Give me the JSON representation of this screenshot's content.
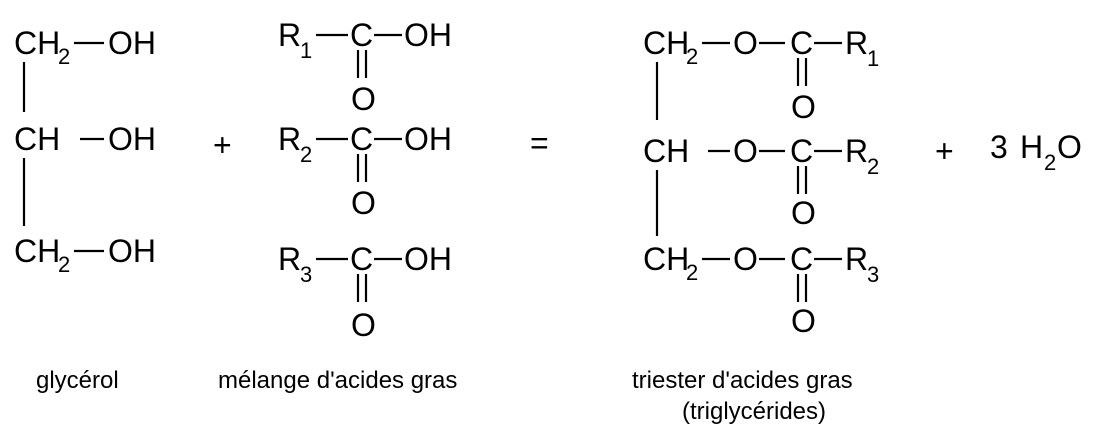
{
  "glycerol": {
    "rows": [
      {
        "group": "CH",
        "sub": "2",
        "bond_to": "OH"
      },
      {
        "group": "CH",
        "sub": "",
        "bond_to": "OH"
      },
      {
        "group": "CH",
        "sub": "2",
        "bond_to": "OH"
      }
    ],
    "caption": "glycérol"
  },
  "plus_1": "+",
  "acids": {
    "rows": [
      {
        "r": "R",
        "r_sub": "1",
        "carbon": "C",
        "oh": "OH",
        "oxygen": "O"
      },
      {
        "r": "R",
        "r_sub": "2",
        "carbon": "C",
        "oh": "OH",
        "oxygen": "O"
      },
      {
        "r": "R",
        "r_sub": "3",
        "carbon": "C",
        "oh": "OH",
        "oxygen": "O"
      }
    ],
    "caption": "mélange d'acides gras"
  },
  "equals": "=",
  "triester": {
    "rows": [
      {
        "group": "CH",
        "sub": "2",
        "o": "O",
        "carbon": "C",
        "r": "R",
        "r_sub": "1",
        "oxygen": "O"
      },
      {
        "group": "CH",
        "sub": "",
        "o": "O",
        "carbon": "C",
        "r": "R",
        "r_sub": "2",
        "oxygen": "O"
      },
      {
        "group": "CH",
        "sub": "2",
        "o": "O",
        "carbon": "C",
        "r": "R",
        "r_sub": "3",
        "oxygen": "O"
      }
    ],
    "caption_line1": "triester d'acides gras",
    "caption_line2": "(triglycérides)"
  },
  "plus_2": "+",
  "water": {
    "coef": "3",
    "h": "H",
    "sub": "2",
    "o": "O"
  }
}
